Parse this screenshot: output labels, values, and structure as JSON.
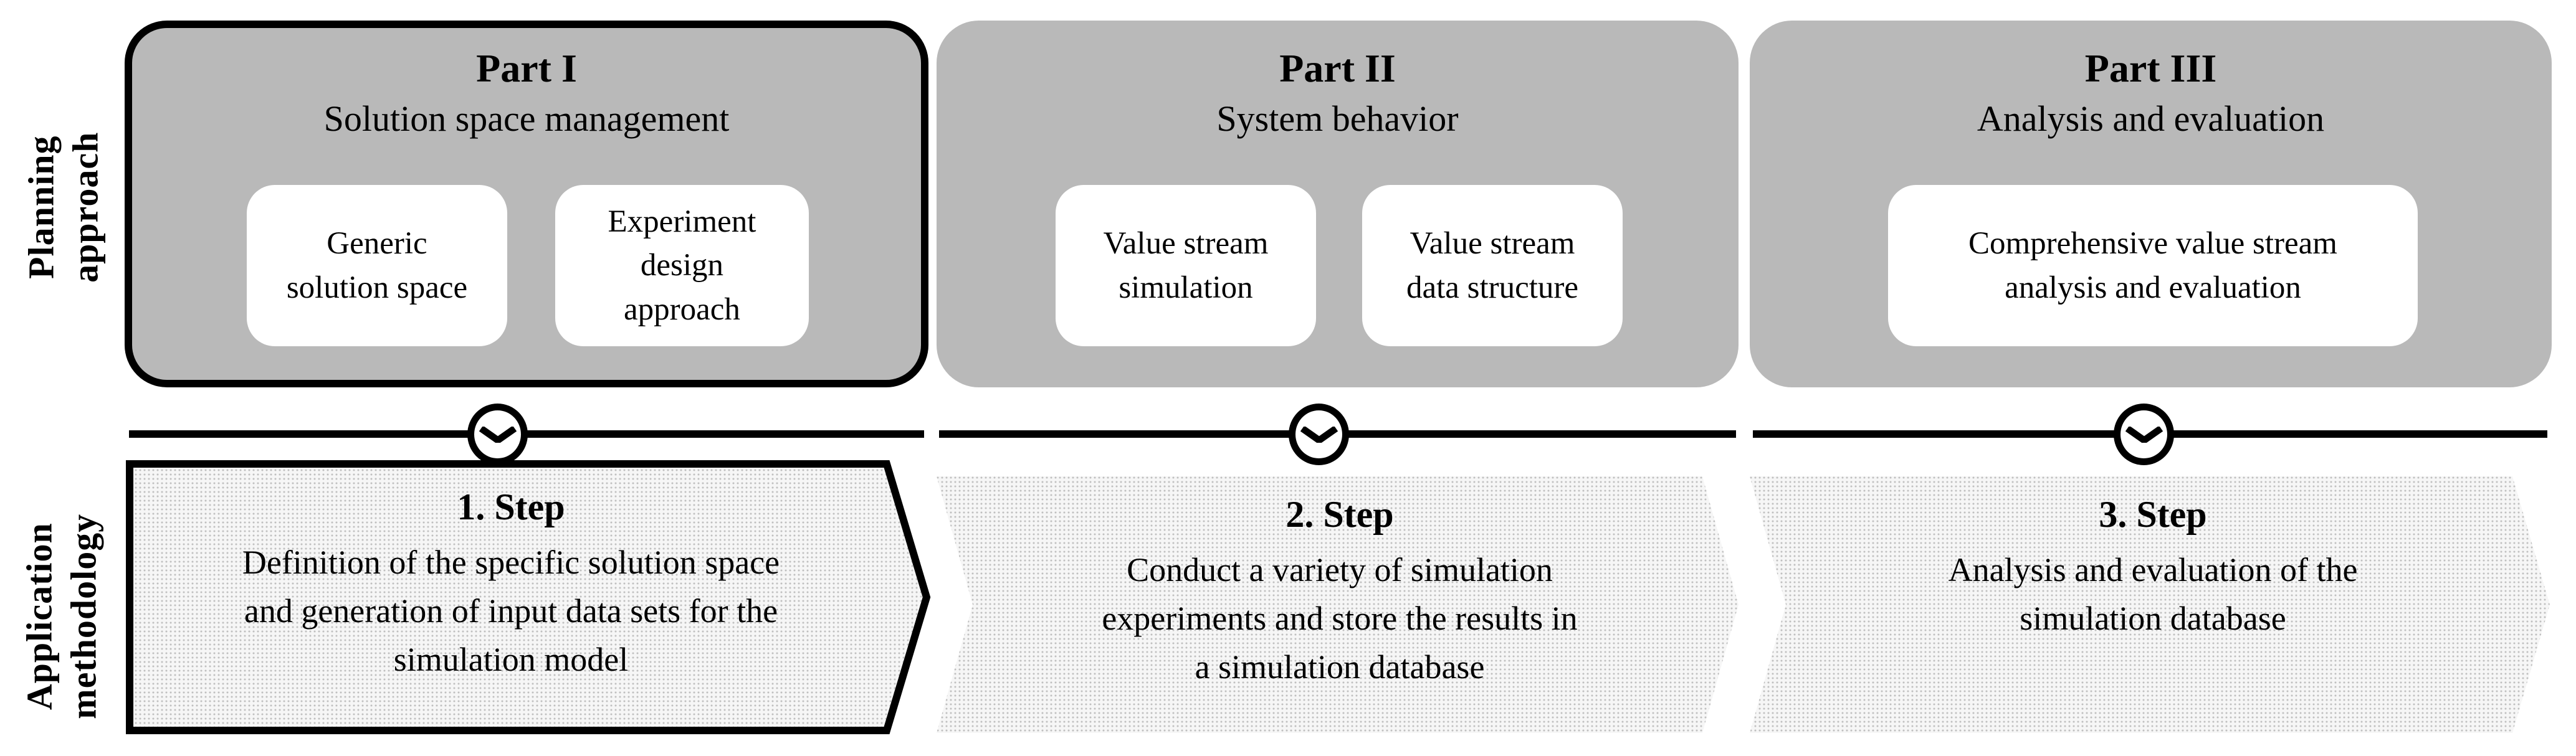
{
  "row_labels": {
    "planning": "Planning\napproach",
    "application": "Application\nmethodology"
  },
  "parts": [
    {
      "title": "Part I",
      "subtitle": "Solution space management",
      "boxes": [
        "Generic\nsolution space",
        "Experiment\ndesign\napproach"
      ]
    },
    {
      "title": "Part II",
      "subtitle": "System behavior",
      "boxes": [
        "Value stream\nsimulation",
        "Value stream\ndata structure"
      ]
    },
    {
      "title": "Part III",
      "subtitle": "Analysis and evaluation",
      "boxes": [
        "Comprehensive value stream\nanalysis and evaluation"
      ]
    }
  ],
  "steps": [
    {
      "title": "1. Step",
      "body": "Definition of the specific solution space\nand generation of input data sets for the\nsimulation model"
    },
    {
      "title": "2. Step",
      "body": "Conduct a variety of simulation\nexperiments and store the results in\na simulation database"
    },
    {
      "title": "3. Step",
      "body": "Analysis and evaluation of the\nsimulation database"
    }
  ],
  "connector": {
    "icon": "chevron-down"
  },
  "colors": {
    "part_fill": "#b9b9b9",
    "step_fill": "#f6f6f6",
    "step_dot": "#c0c0c0",
    "outline": "#000000",
    "subbox_fill": "#ffffff"
  }
}
